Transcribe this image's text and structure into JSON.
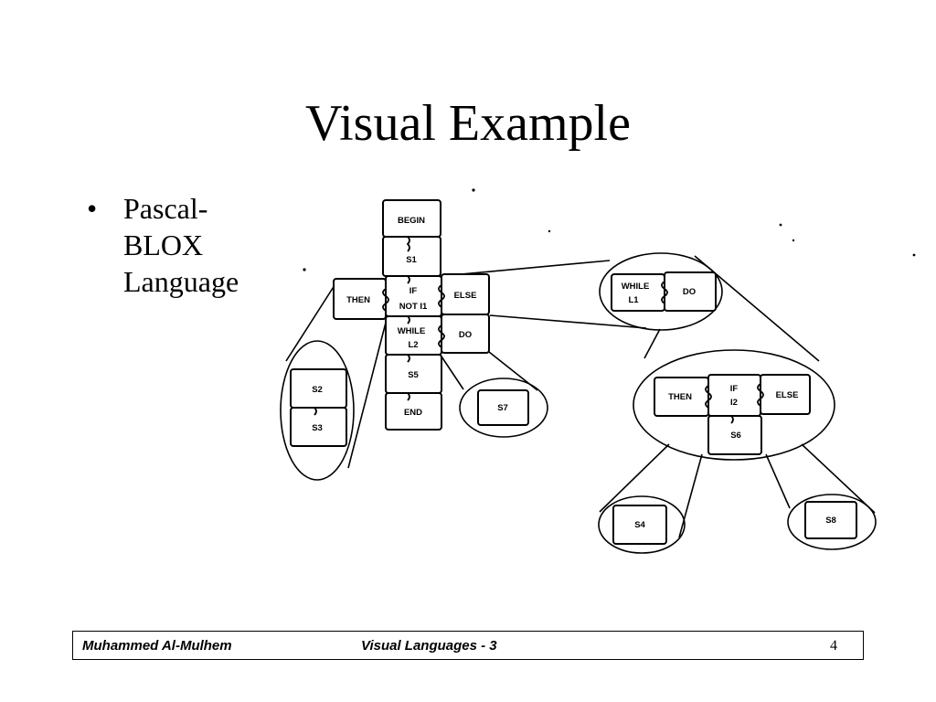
{
  "slide": {
    "title": "Visual Example",
    "bullet": {
      "symbol": "•",
      "lines": [
        "Pascal-",
        "BLOX",
        "Language"
      ]
    }
  },
  "diagram": {
    "blocks": {
      "begin": "BEGIN",
      "s1": "S1",
      "then_main": "THEN",
      "if_main_1": "IF",
      "if_main_2": "NOT I1",
      "else_main": "ELSE",
      "while_1": "WHILE",
      "while_2": "L2",
      "do_main": "DO",
      "s5": "S5",
      "end": "END",
      "s2": "S2",
      "s3": "S3",
      "s7": "S7",
      "while_l1_1": "WHILE",
      "while_l1_2": "L1",
      "do_l1": "DO",
      "then_i2": "THEN",
      "if_i2_1": "IF",
      "if_i2_2": "I2",
      "else_i2": "ELSE",
      "s6": "S6",
      "s4": "S4",
      "s8": "S8"
    }
  },
  "footer": {
    "author": "Muhammed Al-Mulhem",
    "course": "Visual Languages - 3",
    "page": "4"
  }
}
